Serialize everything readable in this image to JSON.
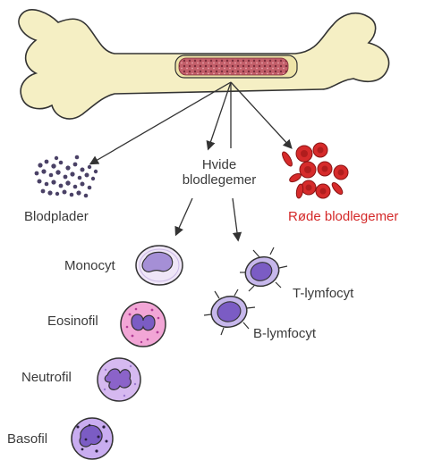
{
  "labels": {
    "platelets": "Blodplader",
    "white_cells_line1": "Hvide",
    "white_cells_line2": "blodlegemer",
    "red_cells": "Røde blodlegemer",
    "monocyte": "Monocyt",
    "eosinophil": "Eosinofil",
    "neutrophil": "Neutrofil",
    "basophil": "Basofil",
    "t_lymphocyte": "T-lymfocyt",
    "b_lymphocyte": "B-lymfocyt"
  },
  "colors": {
    "bone": "#f5efc4",
    "marrow": "#c35f6a",
    "red_cell": "#d62b2b",
    "platelet": "#4a4166",
    "monocyte_fill": "#efe6f7",
    "monocyte_nucleus": "#a58fd6",
    "eosinophil_fill": "#f2a6d6",
    "neutrophil_fill": "#d6b9f0",
    "basophil_fill": "#c9adf0",
    "lymphocyte_fill": "#c6b7eb",
    "lymphocyte_nucleus": "#7b5cc4",
    "red_label": "#d42a2a"
  }
}
